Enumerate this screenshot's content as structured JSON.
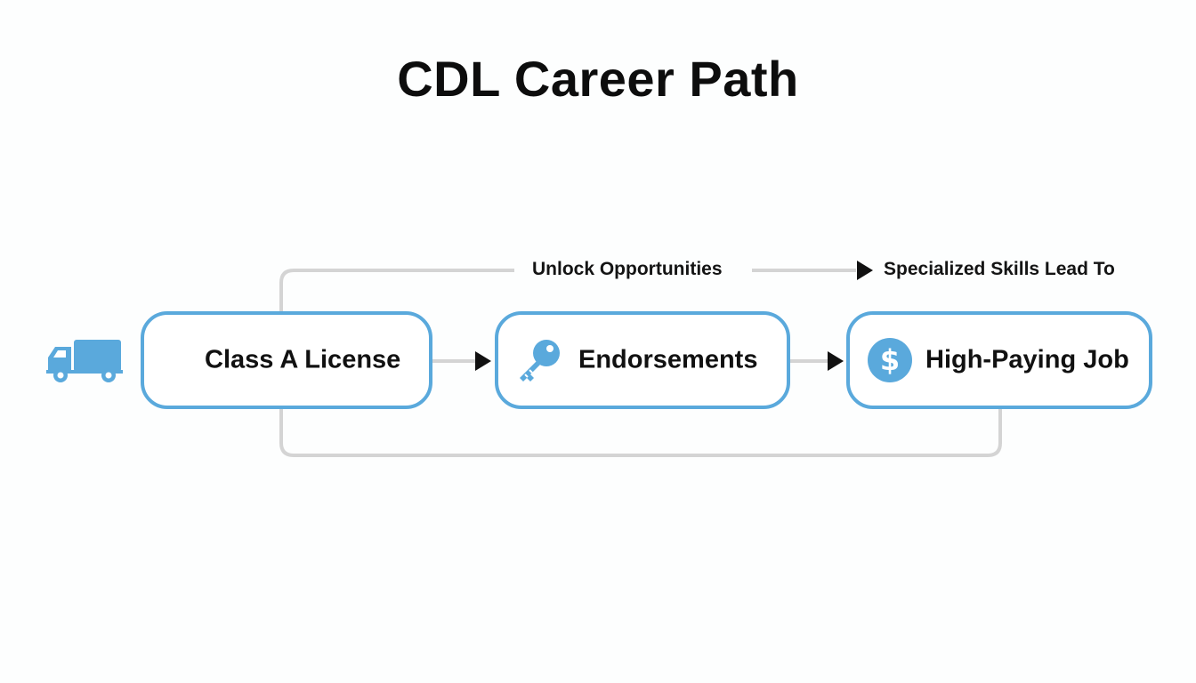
{
  "title": "CDL Career Path",
  "nodes": [
    {
      "label": "Class A License",
      "icon": "truck-icon"
    },
    {
      "label": "Endorsements",
      "icon": "key-icon"
    },
    {
      "label": "High-Paying Job",
      "icon": "dollar-icon"
    }
  ],
  "edges": {
    "top_loop_label": "Unlock Opportunities",
    "top_loop_end_label": "Specialized Skills Lead To"
  },
  "colors": {
    "accent": "#5aa9dc",
    "connector": "#d4d4d4",
    "arrow": "#111111",
    "text": "#111111"
  }
}
